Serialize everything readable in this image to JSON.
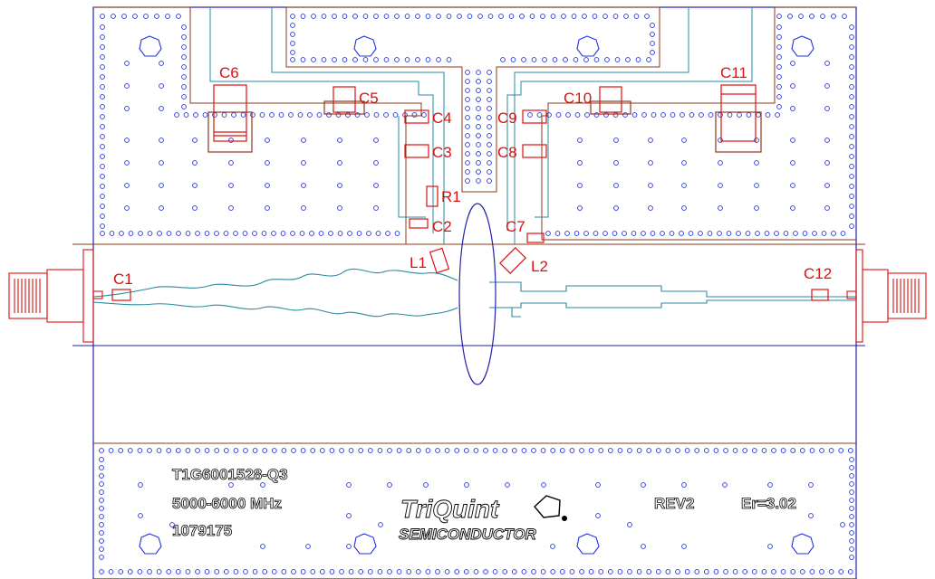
{
  "colors": {
    "board_outline": "#2222aa",
    "via": "#2233dd",
    "trace": "#2a8aa0",
    "component": "#dd1111",
    "copper_outline": "#8b3a1a",
    "connector": "#dd1111"
  },
  "components": {
    "C1": "C1",
    "C2": "C2",
    "C3": "C3",
    "C4": "C4",
    "C5": "C5",
    "C6": "C6",
    "C7": "C7",
    "C8": "C8",
    "C9": "C9",
    "C10": "C10",
    "C11": "C11",
    "C12": "C12",
    "R1": "R1",
    "L1": "L1",
    "L2": "L2"
  },
  "silkscreen": {
    "part_number": "T1G6001528-Q3",
    "frequency": "5000-6000 MHz",
    "board_id": "1079175",
    "revision": "REV2",
    "dielectric": "Er=3.02"
  },
  "logo": {
    "name": "TriQuint",
    "subtitle": "SEMICONDUCTOR",
    "icon": "pentagon-logo-icon"
  },
  "icons": {
    "rf_input": "sma-connector-icon",
    "rf_output": "sma-connector-icon",
    "mounting_hole": "mounting-hole-icon",
    "via": "via-icon"
  }
}
